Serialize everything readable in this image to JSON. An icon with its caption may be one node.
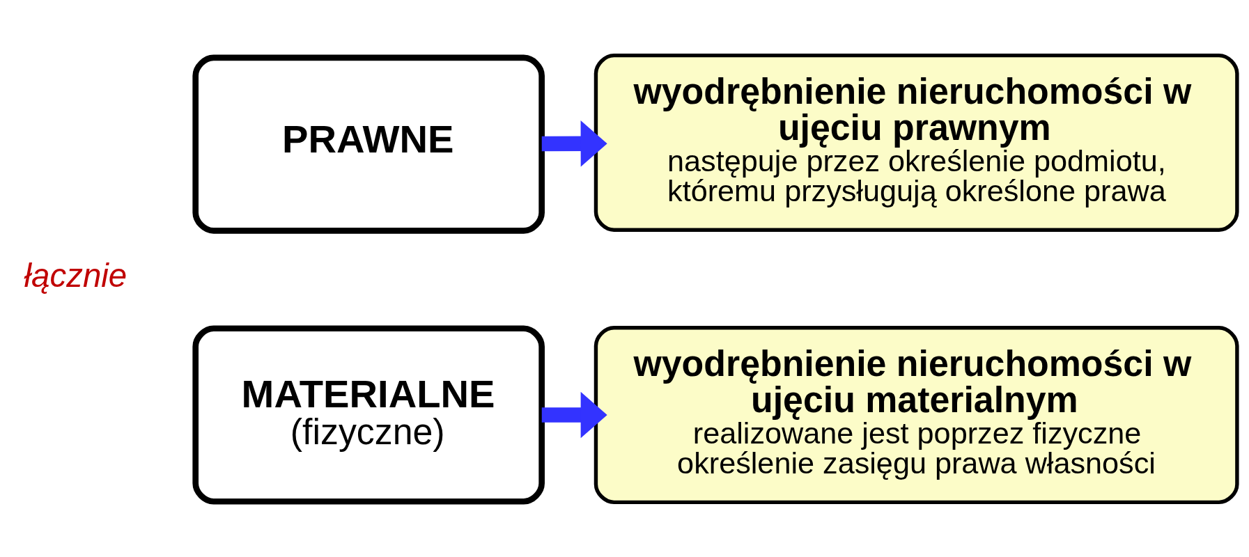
{
  "diagram": {
    "nodes": [
      {
        "text": [
          "PRAWNE"
        ]
      },
      {
        "text": [
          "wyodrębnienie nieruchomości w ujęciu prawnym",
          "następuje przez określenie podmiotu, któremu przysługują określone prawa"
        ]
      },
      {
        "text": [
          "MATERIALNE",
          "(fizyczne)"
        ]
      },
      {
        "text": [
          "wyodrębnienie nieruchomości w ujęciu materialnym",
          "realizowane jest poprzez fizyczne określenie zasięgu prawa własności"
        ]
      }
    ],
    "edges": [
      {
        "from": 0,
        "to": 1,
        "arrow": "to"
      },
      {
        "from": 2,
        "to": 3,
        "arrow": "to"
      }
    ],
    "labels": [
      "łącznie"
    ]
  }
}
